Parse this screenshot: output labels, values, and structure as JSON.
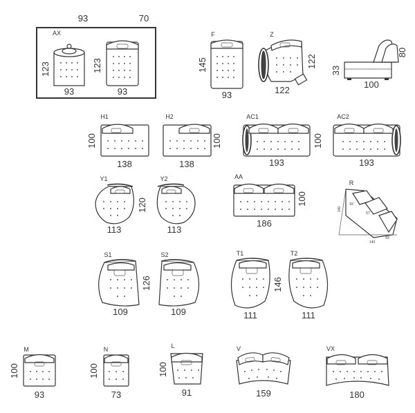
{
  "modules": [
    {
      "code": "AX",
      "width": "93",
      "depth": "123"
    },
    {
      "code": "",
      "width": "93",
      "depth": "123"
    },
    {
      "code": "F",
      "width": "93",
      "depth": "145"
    },
    {
      "code": "Z",
      "width": "122",
      "depth": "122"
    },
    {
      "code": "",
      "width": "100",
      "depth": "33",
      "height": "80"
    },
    {
      "code": "H1",
      "width": "138",
      "depth": "100"
    },
    {
      "code": "H2",
      "width": "138",
      "depth": "100"
    },
    {
      "code": "AC1",
      "width": "193",
      "depth": "100"
    },
    {
      "code": "AC2",
      "width": "193",
      "depth": ""
    },
    {
      "code": "Y1",
      "width": "113",
      "depth": "120"
    },
    {
      "code": "Y2",
      "width": "113",
      "depth": ""
    },
    {
      "code": "AA",
      "width": "186",
      "depth": "100"
    },
    {
      "code": "R",
      "width": "143",
      "depth": "140",
      "sub": [
        "93",
        "93",
        "57"
      ]
    },
    {
      "code": "S1",
      "width": "109",
      "depth": "126"
    },
    {
      "code": "S2",
      "width": "109",
      "depth": ""
    },
    {
      "code": "T1",
      "width": "111",
      "depth": "146"
    },
    {
      "code": "T2",
      "width": "111",
      "depth": ""
    },
    {
      "code": "M",
      "width": "93",
      "depth": "100"
    },
    {
      "code": "N",
      "width": "73",
      "depth": "100"
    },
    {
      "code": "L",
      "width": "91",
      "depth": "100"
    },
    {
      "code": "V",
      "width": "159",
      "depth": ""
    },
    {
      "code": "VX",
      "width": "180",
      "depth": ""
    }
  ],
  "top_dims": [
    "93",
    "70"
  ]
}
